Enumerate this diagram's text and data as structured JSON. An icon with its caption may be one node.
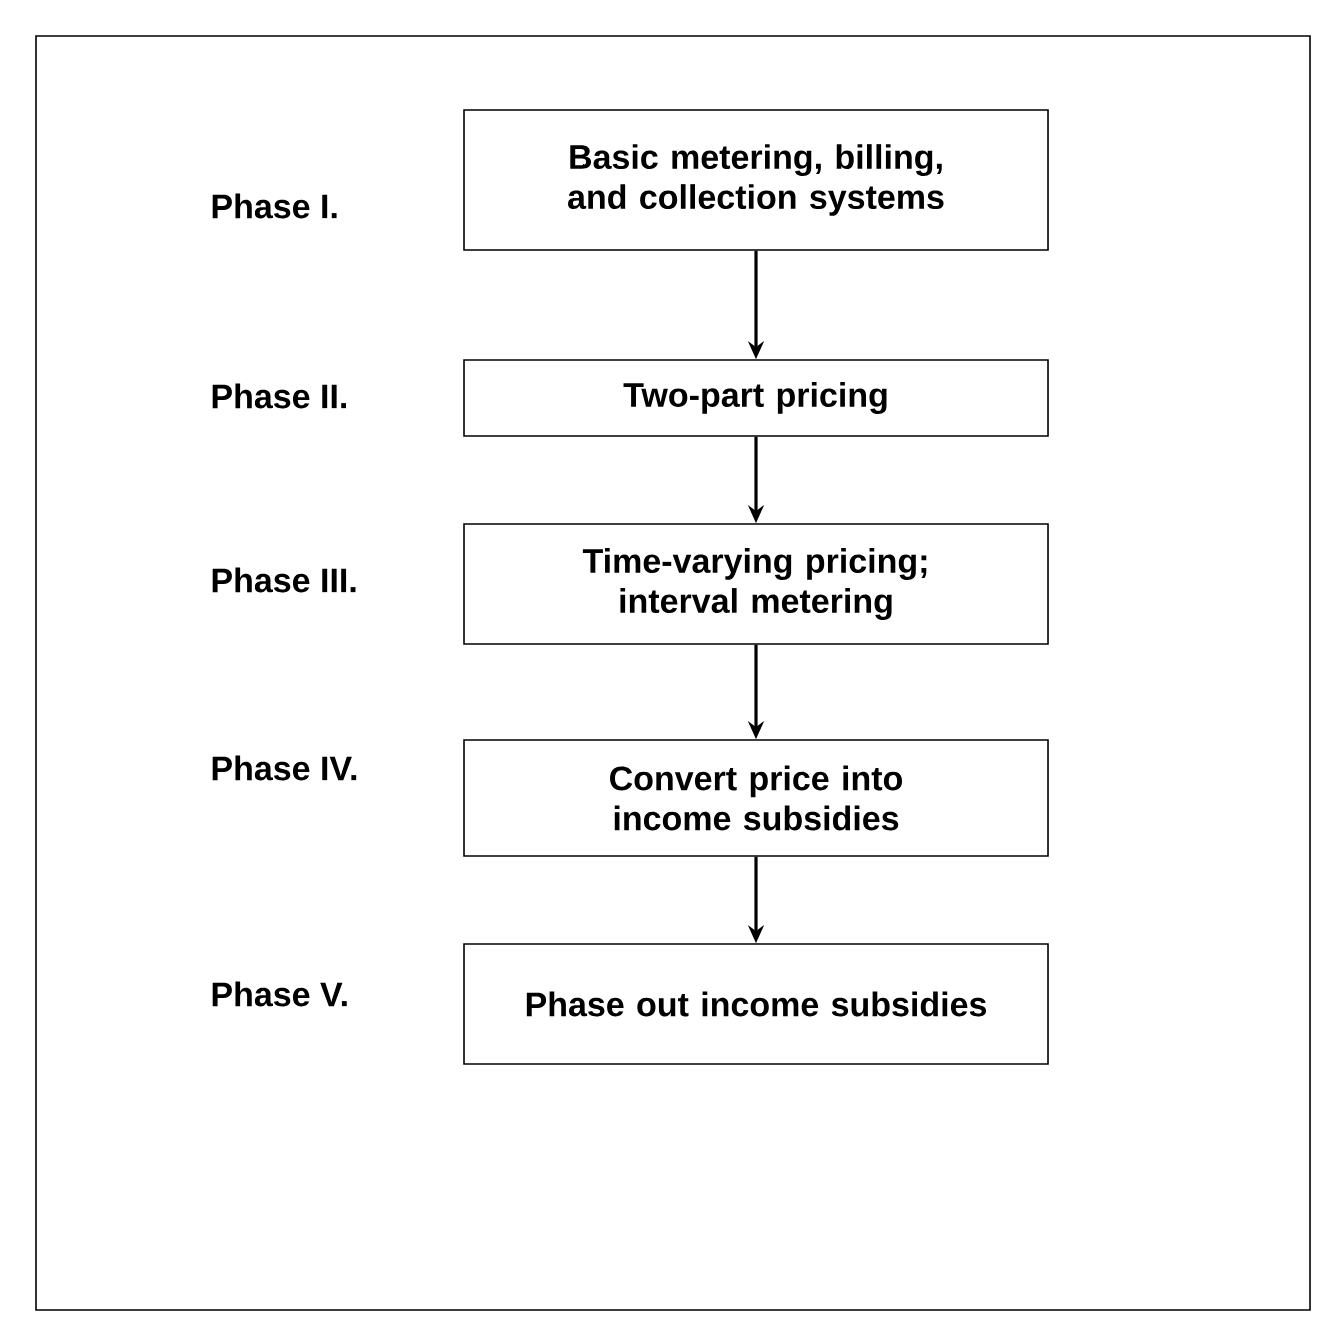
{
  "diagram": {
    "nodes": [
      {
        "text": [
          "Basic metering, billing, and collection systems"
        ],
        "beside": [
          "Phase I."
        ]
      },
      {
        "text": [
          "Two-part pricing"
        ],
        "beside": [
          "Phase II."
        ]
      },
      {
        "text": [
          "Time-varying pricing; interval metering"
        ],
        "beside": [
          "Phase III."
        ]
      },
      {
        "text": [
          "Convert price into income subsidies"
        ],
        "beside": [
          "Phase IV."
        ]
      },
      {
        "text": [
          "Phase out income subsidies"
        ],
        "beside": [
          "Phase V."
        ]
      }
    ],
    "edges": [
      {
        "from": 0,
        "to": 1,
        "arrow": "to"
      },
      {
        "from": 1,
        "to": 2,
        "arrow": "to"
      },
      {
        "from": 2,
        "to": 3,
        "arrow": "to"
      },
      {
        "from": 3,
        "to": 4,
        "arrow": "to"
      }
    ]
  }
}
